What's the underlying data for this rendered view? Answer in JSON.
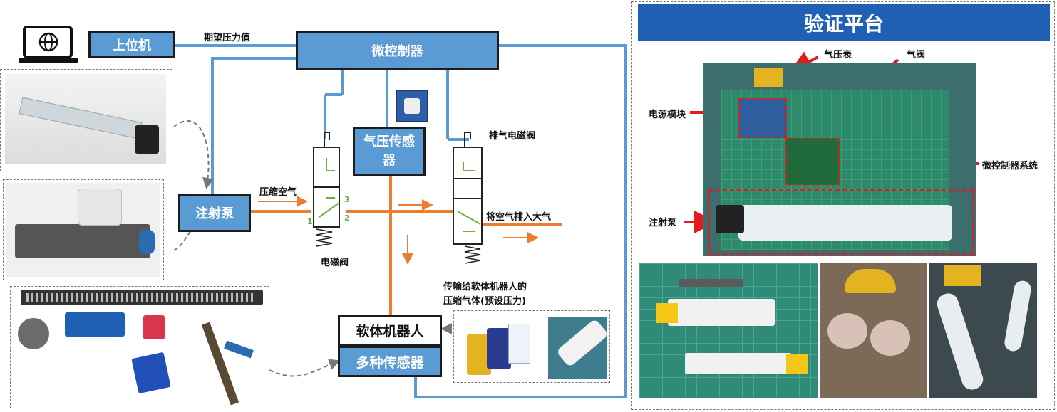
{
  "diagram": {
    "host_computer": "上位机",
    "desired_pressure": "期望压力值",
    "microcontroller": "微控制器",
    "pressure_sensor": "气压传感器",
    "syringe_pump": "注射泵",
    "compressed_air": "压缩空气",
    "solenoid_valve": "电磁阀",
    "exhaust_valve": "排气电磁阀",
    "vent_to_atmosphere": "将空气排入大气",
    "transmit_line1": "传输给软体机器人的",
    "transmit_line2": "压缩气体(预设压力)",
    "soft_robot": "软体机器人",
    "multi_sensors": "多种传感器",
    "port_1": "1",
    "port_2": "2",
    "port_3": "3"
  },
  "platform": {
    "title": "验证平台",
    "barometer": "气压表",
    "air_valve": "气阀",
    "power_module": "电源模块",
    "mcu_system": "微控制器系统",
    "syringe_pump": "注射泵"
  },
  "colors": {
    "box_fill": "#5b9bd5",
    "line_blue": "#5b9bd5",
    "air_orange": "#ed7d31",
    "valve_green": "#70ad47",
    "title_bar": "#1f5fb4",
    "annotation_red": "#e8191c"
  }
}
